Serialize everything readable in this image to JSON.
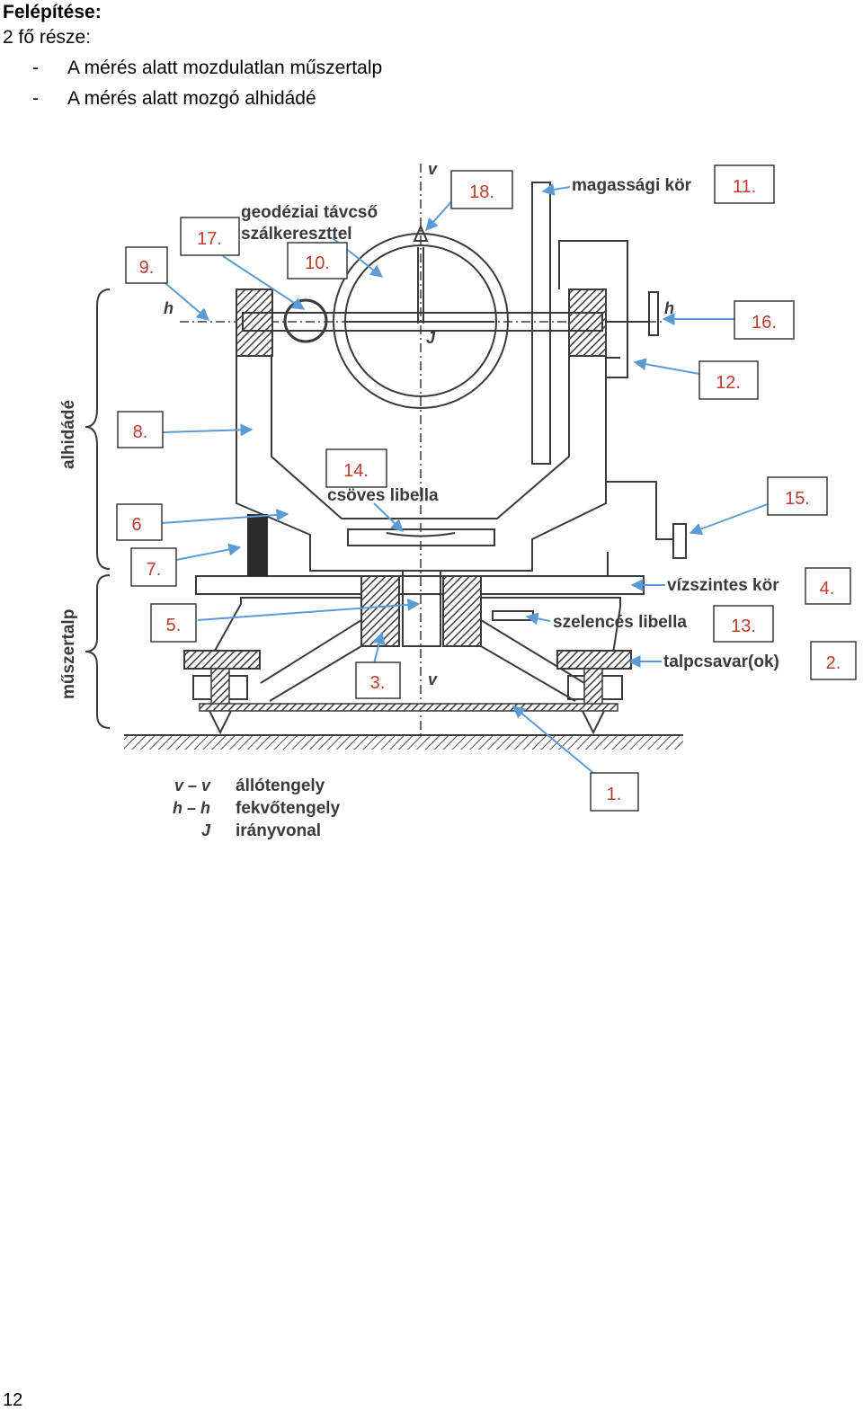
{
  "heading": "Felépítése:",
  "subheading": "2 fő része:",
  "bullets": [
    {
      "dash": "-",
      "text": "A mérés alatt mozdulatlan műszertalp"
    },
    {
      "dash": "-",
      "text": "A mérés alatt mozgó alhidádé"
    }
  ],
  "diagram": {
    "labels": {
      "telescope_1": "geodéziai távcső",
      "telescope_2": "szálkereszttel",
      "vertical_circle": "magassági kör",
      "tube_level": "csöves libella",
      "horizontal_circle": "vízszintes kör",
      "circular_level": "szelencés libella",
      "foot_screw": "talpcsavar(ok)",
      "alhidade": "alhidádé",
      "base": "műszertalp"
    },
    "axes": {
      "v_top": "v",
      "v_bottom": "v",
      "h_left": "h",
      "h_right": "h",
      "j": "J"
    },
    "legend": [
      {
        "symbol": "v – v",
        "text": "állótengely"
      },
      {
        "symbol": "h – h",
        "text": "fekvőtengely"
      },
      {
        "symbol": "J",
        "text": "irányvonal"
      }
    ],
    "numbers": {
      "n1": "1.",
      "n2": "2.",
      "n3": "3.",
      "n4": "4.",
      "n5": "5.",
      "n6": "6",
      "n7": "7.",
      "n8": "8.",
      "n9": "9.",
      "n10": "10.",
      "n11": "11.",
      "n12": "12.",
      "n13": "13.",
      "n14": "14.",
      "n15": "15.",
      "n16": "16.",
      "n17": "17.",
      "n18": "18."
    },
    "colors": {
      "arrow": "#5b9bd5",
      "number": "#c0392b",
      "drawing": "#3a3a3a"
    }
  },
  "page_number": "12"
}
